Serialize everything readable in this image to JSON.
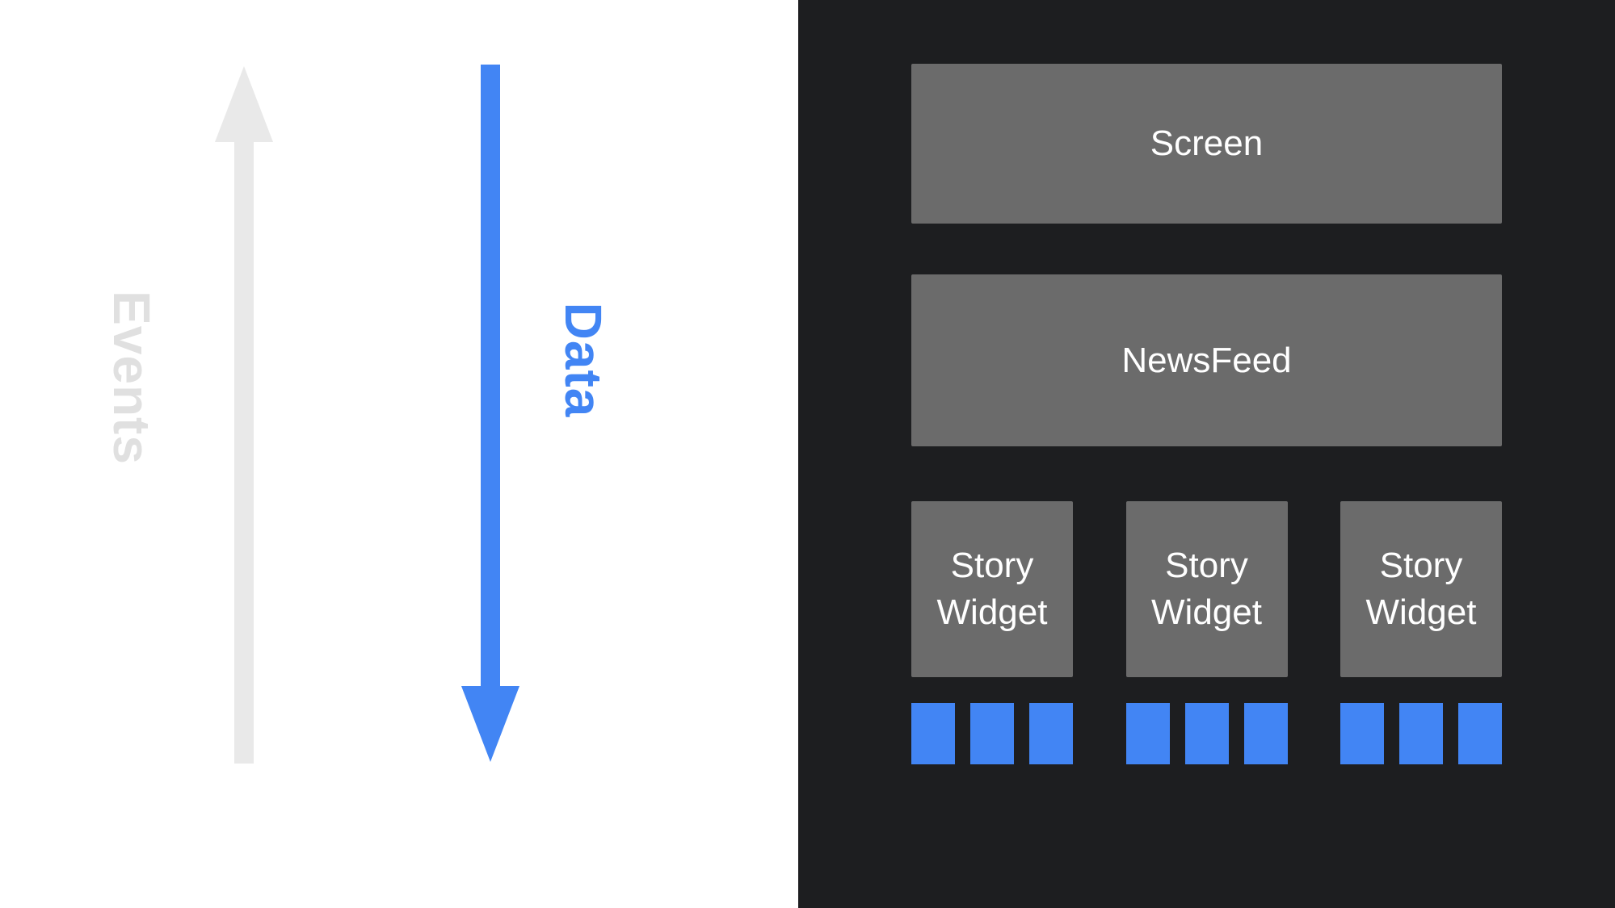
{
  "diagram": {
    "left": {
      "events_label": "Events",
      "data_label": "Data"
    },
    "right": {
      "screen_label": "Screen",
      "newsfeed_label": "NewsFeed",
      "widgets": [
        {
          "label": "Story Widget",
          "squares": 3
        },
        {
          "label": "Story Widget",
          "squares": 3
        },
        {
          "label": "Story Widget",
          "squares": 3
        }
      ]
    }
  },
  "colors": {
    "accent_blue": "#4285f4",
    "panel_dark": "#1d1e20",
    "box_gray": "#6b6b6b",
    "arrow_gray": "#e9e9e9",
    "events_text_gray": "#e0e0e0",
    "box_text": "#ffffff",
    "page_bg": "#ffffff"
  }
}
